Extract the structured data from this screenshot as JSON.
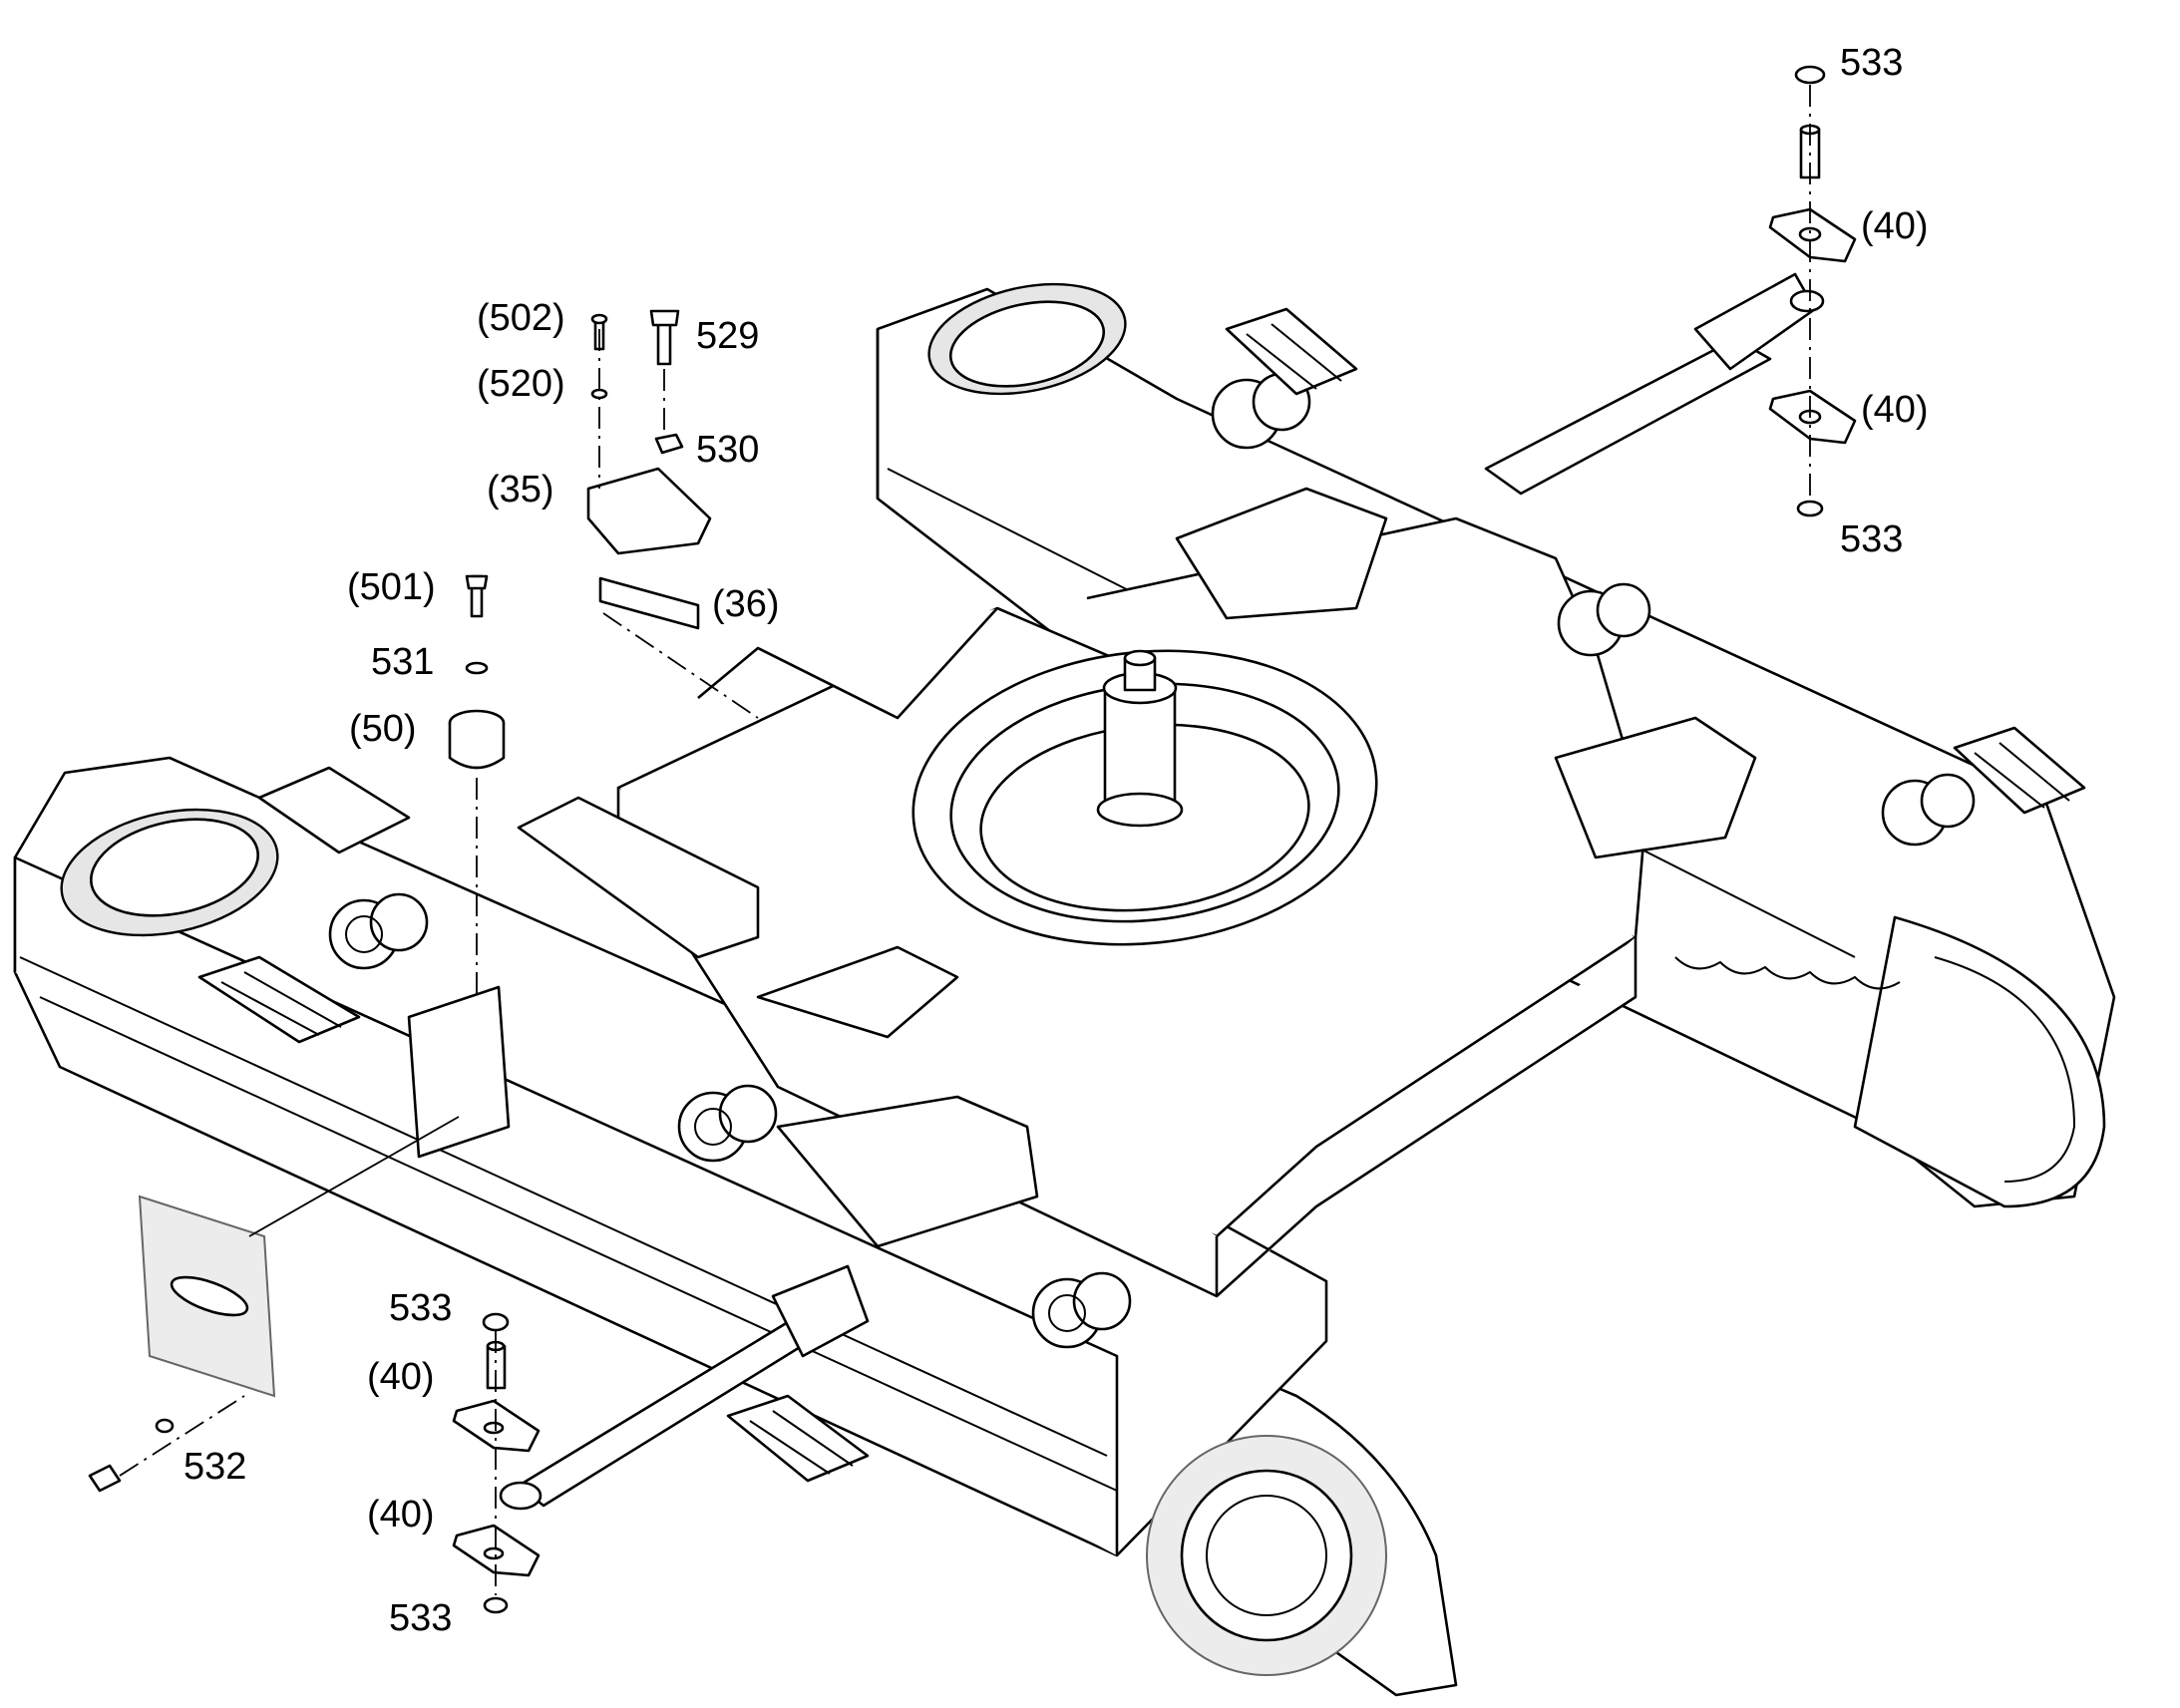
{
  "labels": {
    "l533_top": "533",
    "l40_top_a": "(40)",
    "l40_top_b": "(40)",
    "l533_top_b": "533",
    "l502": "(502)",
    "l520": "(520)",
    "l529": "529",
    "l530": "530",
    "l35": "(35)",
    "l36": "(36)",
    "l501": "(501)",
    "l531": "531",
    "l50": "(50)",
    "l533_low_a": "533",
    "l40_low_a": "(40)",
    "l40_low_b": "(40)",
    "l533_low_b": "533",
    "l532": "532"
  },
  "icons": {
    "main": "crawler-undercarriage-drawing"
  }
}
